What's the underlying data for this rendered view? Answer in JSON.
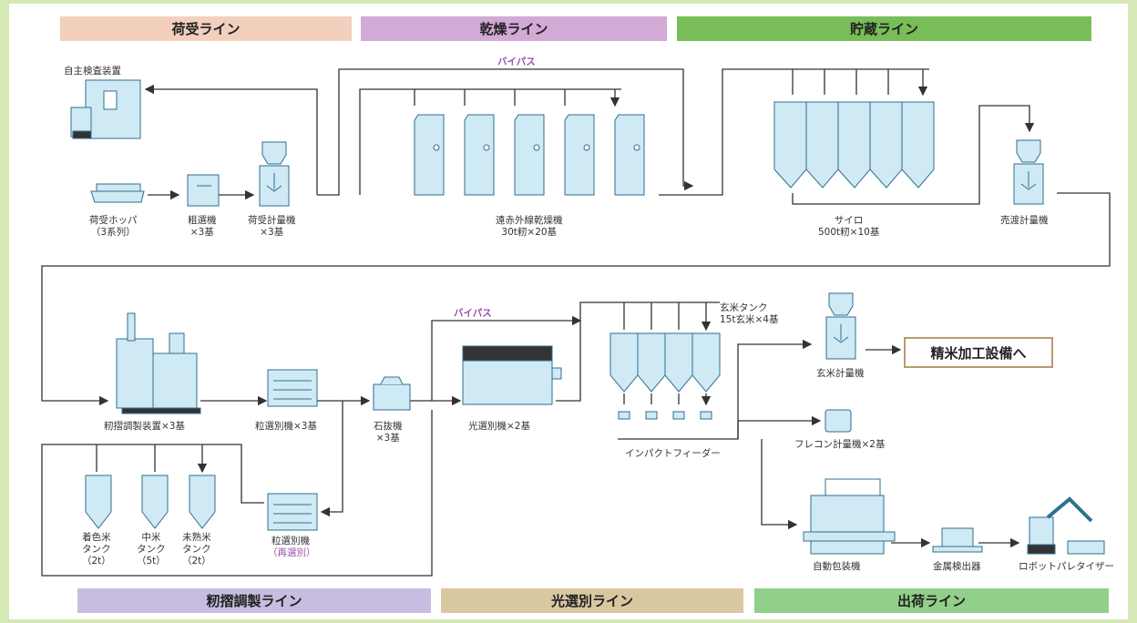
{
  "bands": {
    "receiving": {
      "label": "荷受ライン",
      "color": "#f2d0bd"
    },
    "drying": {
      "label": "乾燥ライン",
      "color": "#d3a9d6"
    },
    "storage": {
      "label": "貯蔵ライン",
      "color": "#78bd59"
    },
    "hulling": {
      "label": "籾摺調製ライン",
      "color": "#c7bde0"
    },
    "optical": {
      "label": "光選別ライン",
      "color": "#d9c7a0"
    },
    "shipping": {
      "label": "出荷ライン",
      "color": "#92cf8a"
    }
  },
  "bypass": {
    "top": "バイパス",
    "middle": "バイパス"
  },
  "labels": {
    "self_inspection": "自主検査装置",
    "hopper": "荷受ホッパ\n（3系列）",
    "rough_sorter": "粗選機\n×3基",
    "receiving_scale": "荷受計量機\n×3基",
    "dryer": "遠赤外線乾燥機\n30t籾×20基",
    "silo": "サイロ\n500t籾×10基",
    "sale_scale": "売渡計量機",
    "huller": "籾摺調製装置×3基",
    "grain_sorter": "粒選別機×3基",
    "stone_remover": "石抜機\n×3基",
    "optical_sorter": "光選別機×2基",
    "brown_tank": "玄米タンク\n15t玄米×4基",
    "impact_feeder": "インパクトフィーダー",
    "brown_scale": "玄米計量機",
    "to_polishing": "精米加工設備へ",
    "flexcon_scale": "フレコン計量機×2基",
    "auto_packer": "自動包装機",
    "metal_detector": "金属検出器",
    "robot_palletizer": "ロボットパレタイザー",
    "colored_tank": "着色米\nタンク\n（2t）",
    "medium_tank": "中米\nタンク\n（5t）",
    "immature_tank": "未熟米\nタンク\n（2t）",
    "resorter": "粒選別機",
    "resorter_note": "（再選別）"
  },
  "colors": {
    "equipment_fill": "#cfe9f5",
    "equipment_stroke": "#2f6f8f",
    "line": "#333333",
    "accent_purple": "#9a4fb0",
    "box_border": "#b79a6e"
  }
}
